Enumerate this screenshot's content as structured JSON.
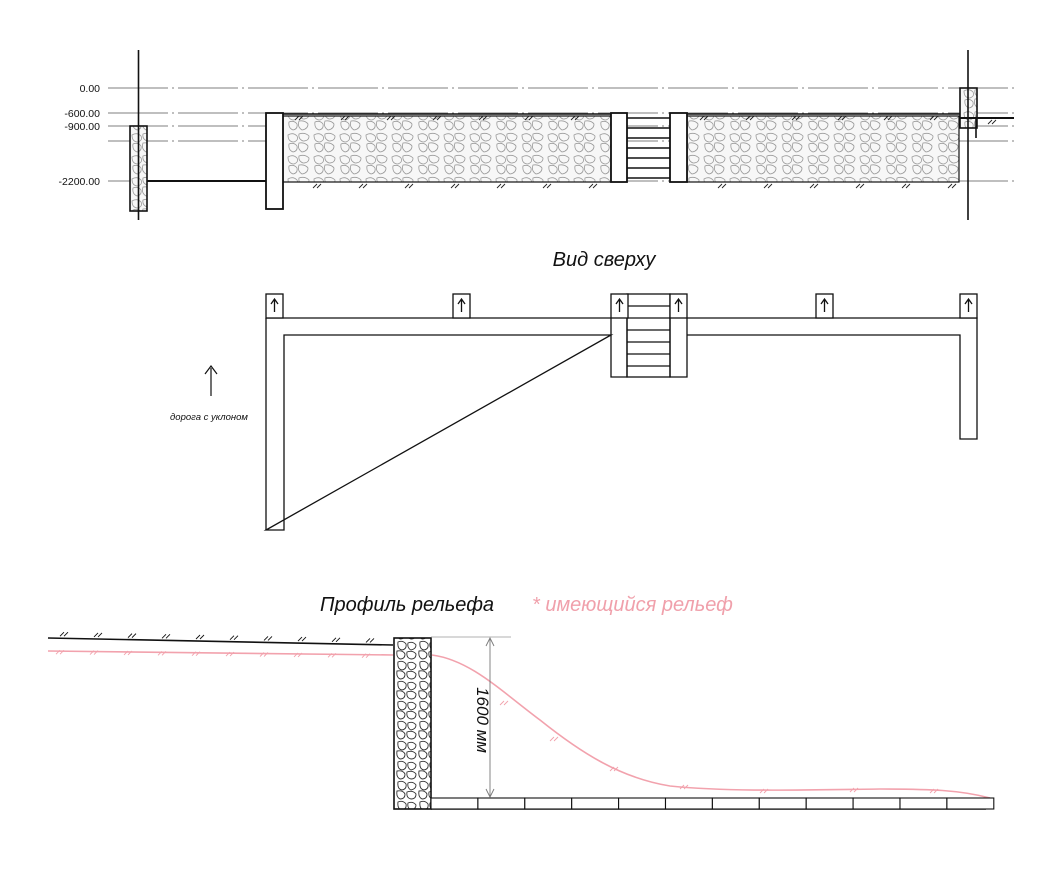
{
  "section": {
    "levels": [
      "0.00",
      "-600.00",
      "-900.00",
      "-2200.00"
    ]
  },
  "plan": {
    "title": "Вид сверху",
    "slope_note": "дорога с уклоном"
  },
  "profile": {
    "title": "Профиль рельефа",
    "legend": "* имеющийся рельеф",
    "height_label": "1600 мм"
  },
  "colors": {
    "lines": "#111111",
    "existing_relief": "#f2a2ad",
    "rubble_fill": "#f4f4f4"
  },
  "icons": [
    "rubble-hatch-pattern",
    "ground-hatch-icon",
    "up-arrow-icon"
  ]
}
